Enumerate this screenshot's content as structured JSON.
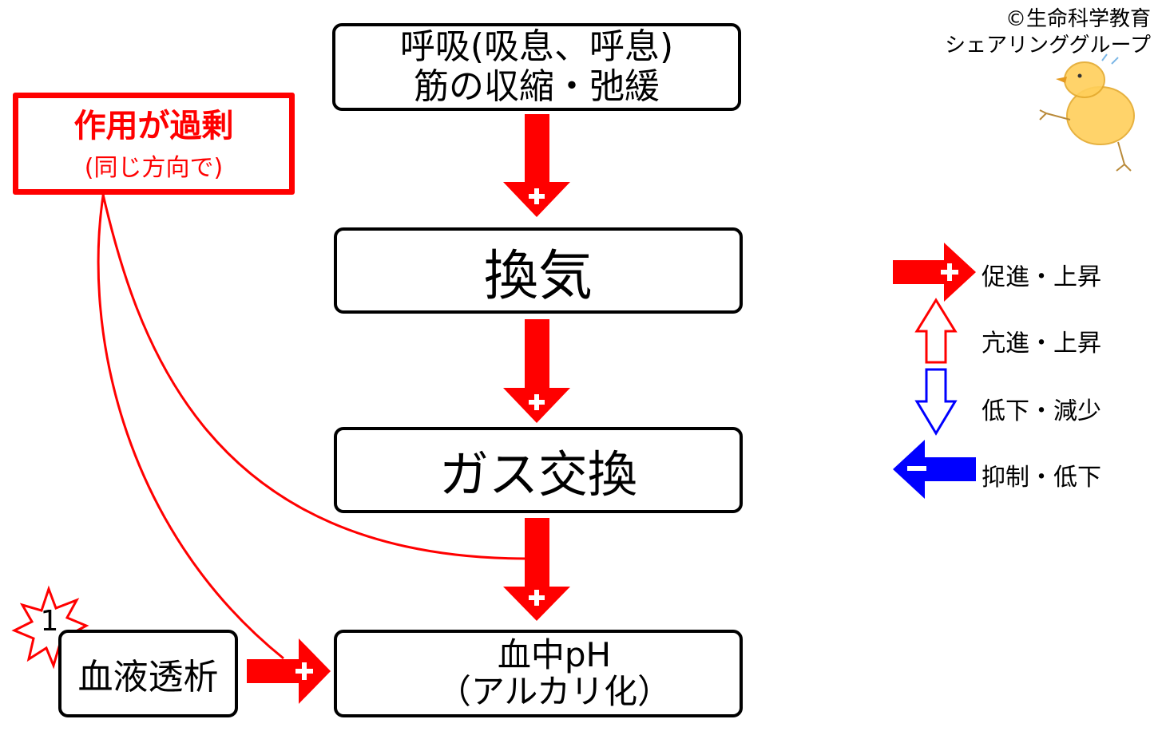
{
  "copyright": {
    "line1": "©生命科学教育",
    "line2": "シェアリンググループ"
  },
  "boxes": {
    "respiration": {
      "line1": "呼吸(吸息、呼息)",
      "line2": "筋の収縮・弛緩"
    },
    "ventilation": {
      "label": "換気"
    },
    "gas_exchange": {
      "label": "ガス交換"
    },
    "blood_ph": {
      "line1": "血中pH",
      "line2": "（アルカリ化）"
    },
    "dialysis": {
      "label": "血液透析"
    }
  },
  "excess_box": {
    "title": "作用が過剰",
    "subtitle": "(同じ方向で)"
  },
  "badge": {
    "number": "1"
  },
  "legend": [
    {
      "icon": "red-solid-arrow-right-plus",
      "label": "促進・上昇"
    },
    {
      "icon": "red-outline-arrow-up",
      "label": "亢進・上昇"
    },
    {
      "icon": "blue-outline-arrow-down",
      "label": "低下・減少"
    },
    {
      "icon": "blue-solid-arrow-left-minus",
      "label": "抑制・低下"
    }
  ],
  "colors": {
    "promote": "#ff0000",
    "inhibit": "#0000ff",
    "box_border": "#000000"
  }
}
